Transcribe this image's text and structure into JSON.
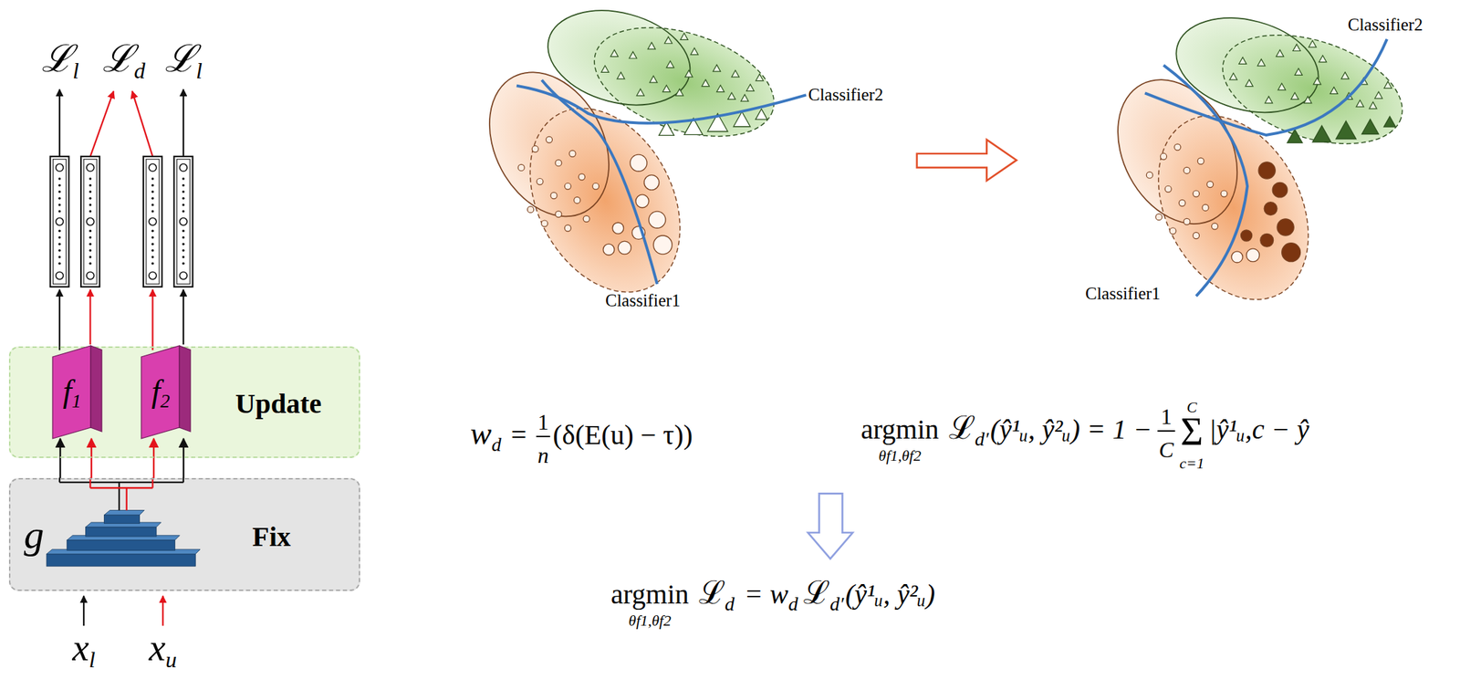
{
  "diagram": {
    "nodes": [
      {
        "text": [
          "Update"
        ]
      },
      {
        "text": [
          "f1"
        ],
        "in": 0
      },
      {
        "text": [
          "f2"
        ],
        "in": 0
      },
      {
        "text": [
          "g",
          "Fix"
        ]
      }
    ],
    "edges": [
      {
        "from": 3,
        "to": 1,
        "arrow": "to"
      },
      {
        "from": 3,
        "to": 1,
        "arrow": "to"
      },
      {
        "from": 3,
        "to": 2,
        "arrow": "to"
      },
      {
        "from": 3,
        "to": 2,
        "arrow": "to"
      }
    ],
    "labels": [
      "ℒl",
      "ℒd",
      "ℒl",
      "xl",
      "xu",
      "Classifier2",
      "Classifier1",
      "Classifier2",
      "Classifier1",
      "w",
      "d",
      "=",
      "1",
      "n",
      "(δ(E(u) − τ))",
      "argmin",
      "θf1,θf2",
      "ℒ",
      "d′",
      "(ŷ¹ᵤ, ŷ²ᵤ) = 1 −",
      "1",
      "C",
      "Σ",
      "C",
      "c=1",
      "|ŷ¹ᵤ,c − ŷ",
      "argmin",
      "θf1,θf2",
      "ℒ",
      "d",
      "= w",
      "d",
      "ℒ",
      "d′",
      "(ŷ¹ᵤ, ŷ²ᵤ)"
    ]
  }
}
